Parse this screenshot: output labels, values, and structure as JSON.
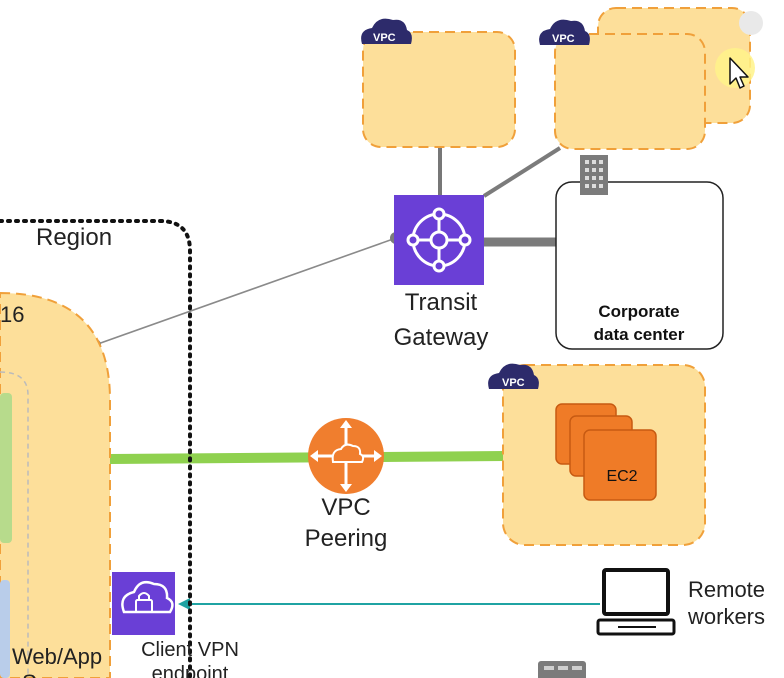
{
  "colors": {
    "vpc_fill": "#fddf9a",
    "vpc_border": "#f0a03a",
    "cloud_badge": "#2d2b6b",
    "transit_purple": "#6a3fd6",
    "peering_orange": "#f07e2e",
    "ec2_orange": "#ef7b27",
    "green_link": "#8fd14f",
    "teal_link": "#1fa3a3",
    "gray_line": "#7b7b7b",
    "dark_line": "#222222"
  },
  "icons": {
    "transit": "transit-gateway-icon",
    "peering": "vpc-peering-icon",
    "ec2": "ec2-instances-icon",
    "vpn": "client-vpn-icon",
    "laptop": "laptop-icon",
    "building": "office-building-icon",
    "cursor": "mouse-cursor-icon"
  },
  "labels": {
    "vpc_badge_1": "VPC",
    "vpc_badge_2": "VPC",
    "vpc_badge_3": "VPC",
    "region": "Region",
    "partial_number": "16",
    "transit_line1": "Transit",
    "transit_line2": "Gateway",
    "corporate_line1": "Corporate",
    "corporate_line2": "data center",
    "ec2": "EC2",
    "peering_line1": "VPC",
    "peering_line2": "Peering",
    "remote_line1": "Remote",
    "remote_line2": "workers",
    "client_vpn_line1": "Client VPN",
    "client_vpn_line2": "endpoint",
    "webapp_line1": "Web/App",
    "webapp_line2": "Servers"
  }
}
